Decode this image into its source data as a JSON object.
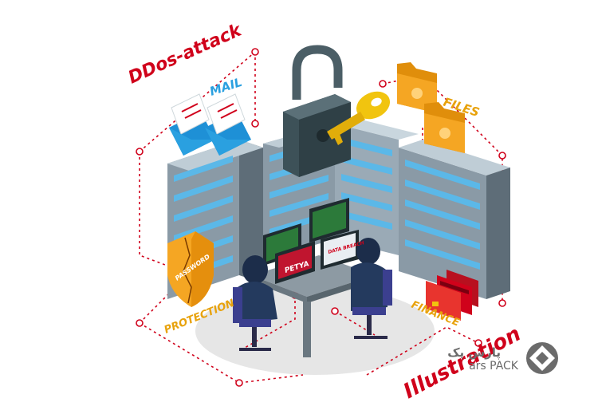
{
  "labels": {
    "ddos": "DDos-attack",
    "mail": "MAIL",
    "files": "FILES",
    "password": "PASSWORD",
    "protection": "PROTECTION",
    "finance": "FINANCE",
    "illustration": "Illustration",
    "petya": "PETYA",
    "screen_text": "DATA\nBREACH"
  },
  "watermark": {
    "persian": "پارس پک",
    "latin": "ars PACK"
  },
  "colors": {
    "red": "#d0021b",
    "yellow": "#e8a20c",
    "blue": "#2aa0e0",
    "server_gray": "#8a9aa6",
    "server_light": "#bfcdd6",
    "server_blue": "#5bb8e8",
    "lock_dark": "#3d5158",
    "key_yellow": "#f1c40f",
    "folder_orange": "#f5a623",
    "hacker_navy": "#243a5e",
    "chair_purple": "#3b3f8f",
    "watermark_gray": "#6b6b6b"
  },
  "icons": [
    "envelope-icon",
    "padlock-icon",
    "key-icon",
    "folder-icon",
    "shield-icon",
    "credit-card-icon",
    "monitor-icon",
    "hacker-figure",
    "server-rack",
    "watermark-logo-icon"
  ]
}
